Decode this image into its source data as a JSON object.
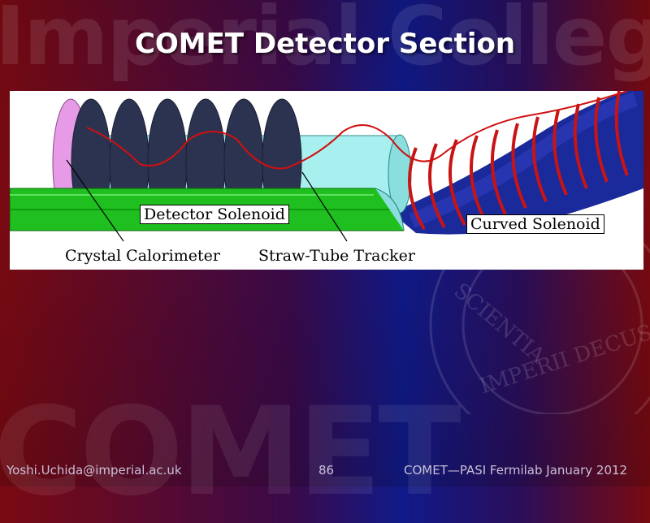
{
  "watermarks": {
    "top": "Imperial College",
    "bottom": "COMET",
    "seal_text_1": "SCIENTIA",
    "seal_text_2": "IMPERII DECUS ET TUTAMEN"
  },
  "slide": {
    "title": "COMET Detector Section"
  },
  "figure": {
    "labels": {
      "detector_solenoid": "Detector Solenoid",
      "curved_solenoid": "Curved Solenoid",
      "crystal_calorimeter": "Crystal Calorimeter",
      "straw_tube_tracker": "Straw-Tube Tracker"
    },
    "colors": {
      "solenoid_green": "#1fbf1f",
      "tube_cyan": "#a8f0f0",
      "calorimeter_pink": "#e79be6",
      "tracker_navy": "#2c3350",
      "trajectory_red": "#d01010",
      "curved_coil_red": "#c81414",
      "curved_blue": "#1a2a9a"
    }
  },
  "footer": {
    "email": "Yoshi.Uchida@imperial.ac.uk",
    "page_number": "86",
    "event": "COMET—PASI Fermilab January 2012"
  }
}
